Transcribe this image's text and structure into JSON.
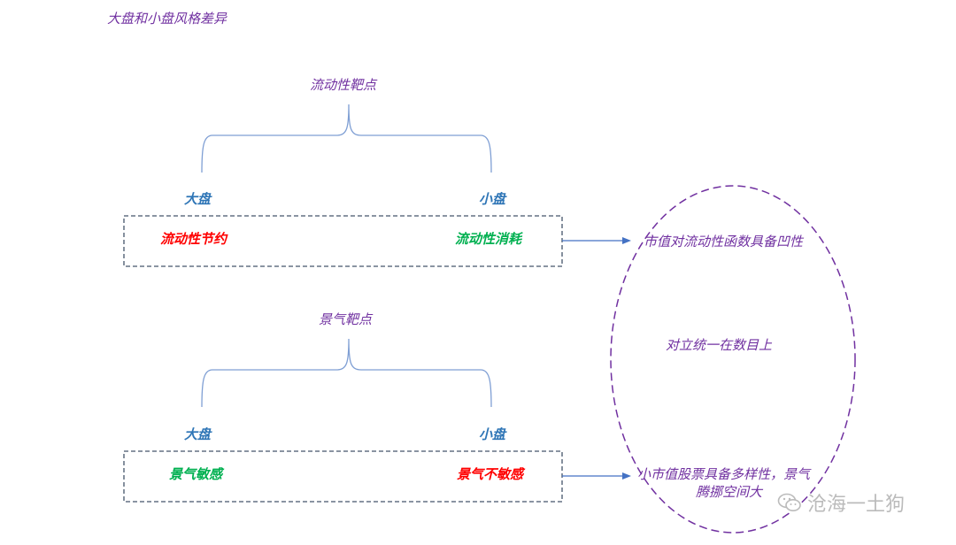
{
  "title": "大盘和小盘风格差异",
  "section1": {
    "heading": "流动性靶点",
    "left_label": "大盘",
    "right_label": "小盘",
    "left_value": "流动性节约",
    "right_value": "流动性消耗",
    "conclusion": "市值对流动性函数具备凹性"
  },
  "section2": {
    "heading": "景气靶点",
    "left_label": "大盘",
    "right_label": "小盘",
    "left_value": "景气敏感",
    "right_value": "景气不敏感",
    "conclusion_line1": "小市值股票具备多样性，景气",
    "conclusion_line2": "腾挪空间大"
  },
  "ellipse_center": "对立统一在数目上",
  "watermark": "沧海一土狗",
  "colors": {
    "purple": "#7030a0",
    "blue_label": "#2e75b6",
    "red": "#ff0000",
    "green": "#00b050",
    "brace": "#7f9fd4",
    "box_border": "#44546a",
    "arrow": "#4472c4",
    "ellipse": "#7030a0"
  }
}
